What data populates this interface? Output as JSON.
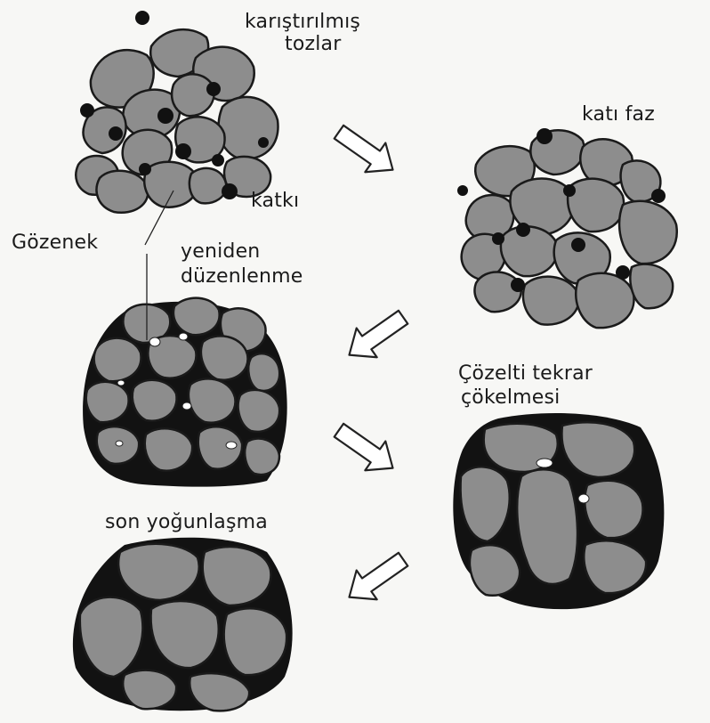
{
  "labels": {
    "mixed_powders_line1": "karıştırılmış",
    "mixed_powders_line2": "tozlar",
    "solid_phase": "katı faz",
    "additive": "katkı",
    "pore": "Gözenek",
    "rearrangement_line1": "yeniden",
    "rearrangement_line2": "düzenlenme",
    "solution_line1": "Çözelti tekrar",
    "solution_line2": "çökelmesi",
    "final_densification": "son yoğunlaşma"
  },
  "colors": {
    "grain_fill": "#8d8d8d",
    "outline": "#1a1a1a",
    "liquid_phase": "#121212",
    "pore": "#ffffff",
    "background": "#f7f7f5"
  },
  "icons": [
    "arrow-right-down-icon",
    "arrow-left-down-icon",
    "arrow-right-down-icon",
    "arrow-left-down-icon"
  ]
}
